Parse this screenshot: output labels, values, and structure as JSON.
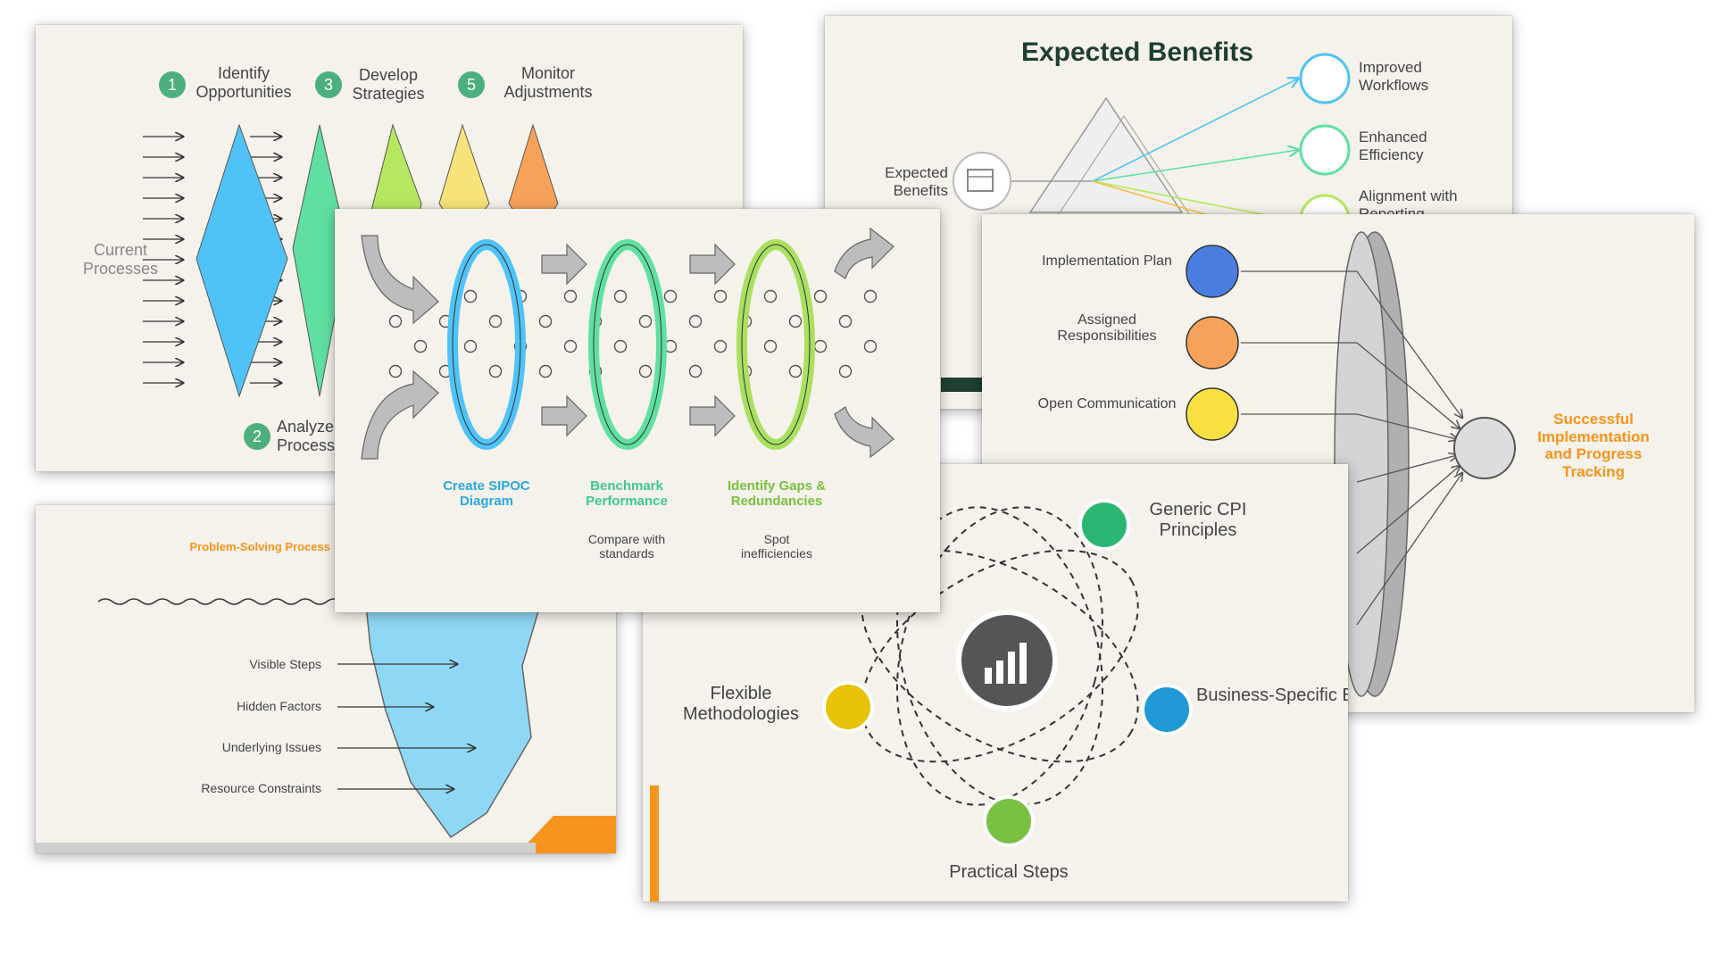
{
  "slide_funnel": {
    "steps": [
      {
        "num": "1",
        "label": "Identify Opportunities"
      },
      {
        "num": "3",
        "label": "Develop Strategies"
      },
      {
        "num": "5",
        "label": "Monitor Adjustments"
      },
      {
        "num": "2",
        "label": "Analyze Processes"
      }
    ],
    "input_label": "Current Processes"
  },
  "slide_benefits": {
    "title": "Expected Benefits",
    "source_label": "Expected Benefits",
    "items": [
      "Improved Workflows",
      "Enhanced Efficiency",
      "Alignment with Reporting"
    ]
  },
  "slide_rings": {
    "steps": [
      {
        "title": "Create SIPOC Diagram",
        "desc": ""
      },
      {
        "title": "Benchmark Performance",
        "desc": "Compare with standards"
      },
      {
        "title": "Identify Gaps & Redundancies",
        "desc": "Spot inefficiencies"
      }
    ]
  },
  "slide_implementation": {
    "inputs": [
      "Implementation Plan",
      "Assigned Responsibilities",
      "Open Communication"
    ],
    "outcome": "Successful Implementation and Progress Tracking"
  },
  "slide_iceberg": {
    "top_label": "Problem-Solving Process",
    "layers": [
      "Visible Steps",
      "Hidden Factors",
      "Underlying Issues",
      "Resource Constraints"
    ]
  },
  "slide_orbit": {
    "nodes": [
      "Generic CPI Principles",
      "Business-Specific Examples",
      "Practical Steps",
      "Flexible Methodologies"
    ]
  },
  "colors": {
    "slide_bg": "#f4f2ea",
    "blue": "#4fc3f7",
    "green": "#5fe0a0",
    "lime": "#9be07a",
    "yellow": "#f7e37a",
    "orange": "#f7a25a",
    "accent_orange": "#f7941d",
    "dark_green": "#1f3f2f"
  }
}
